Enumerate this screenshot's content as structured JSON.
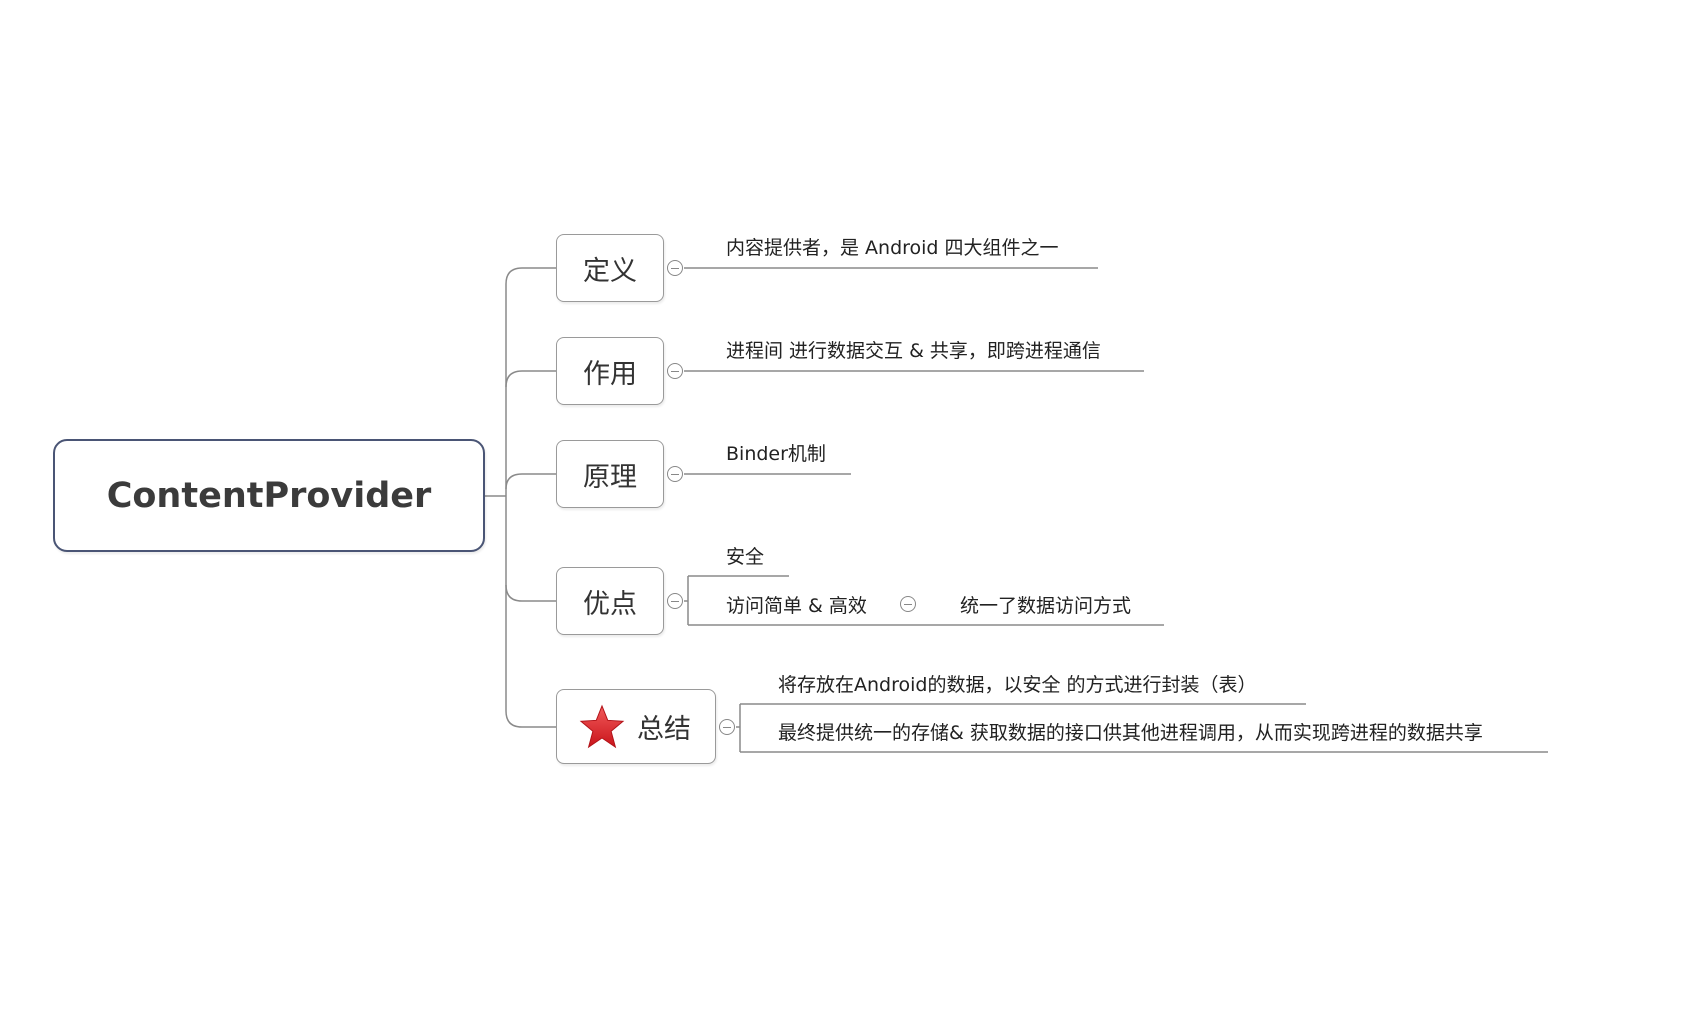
{
  "root": {
    "label": "ContentProvider"
  },
  "branches": [
    {
      "id": "definition",
      "label": "定义",
      "leaves": [
        "内容提供者，是 Android 四大组件之一"
      ]
    },
    {
      "id": "function",
      "label": "作用",
      "leaves": [
        "进程间 进行数据交互 & 共享，即跨进程通信"
      ]
    },
    {
      "id": "principle",
      "label": "原理",
      "leaves": [
        "Binder机制"
      ]
    },
    {
      "id": "advantages",
      "label": "优点",
      "leaves": [
        "安全",
        "访问简单 & 高效"
      ],
      "sub_leaf": "统一了数据访问方式"
    },
    {
      "id": "summary",
      "label": "总结",
      "icon": "star-icon",
      "leaves": [
        "将存放在Android的数据，以安全 的方式进行封装（表）",
        "最终提供统一的存储& 获取数据的接口供其他进程调用，从而实现跨进程的数据共享"
      ]
    }
  ],
  "colors": {
    "line": "#8a8a8a",
    "root_border": "#4a5575",
    "node_border": "#9a9a9a",
    "star": "#e0262a"
  }
}
